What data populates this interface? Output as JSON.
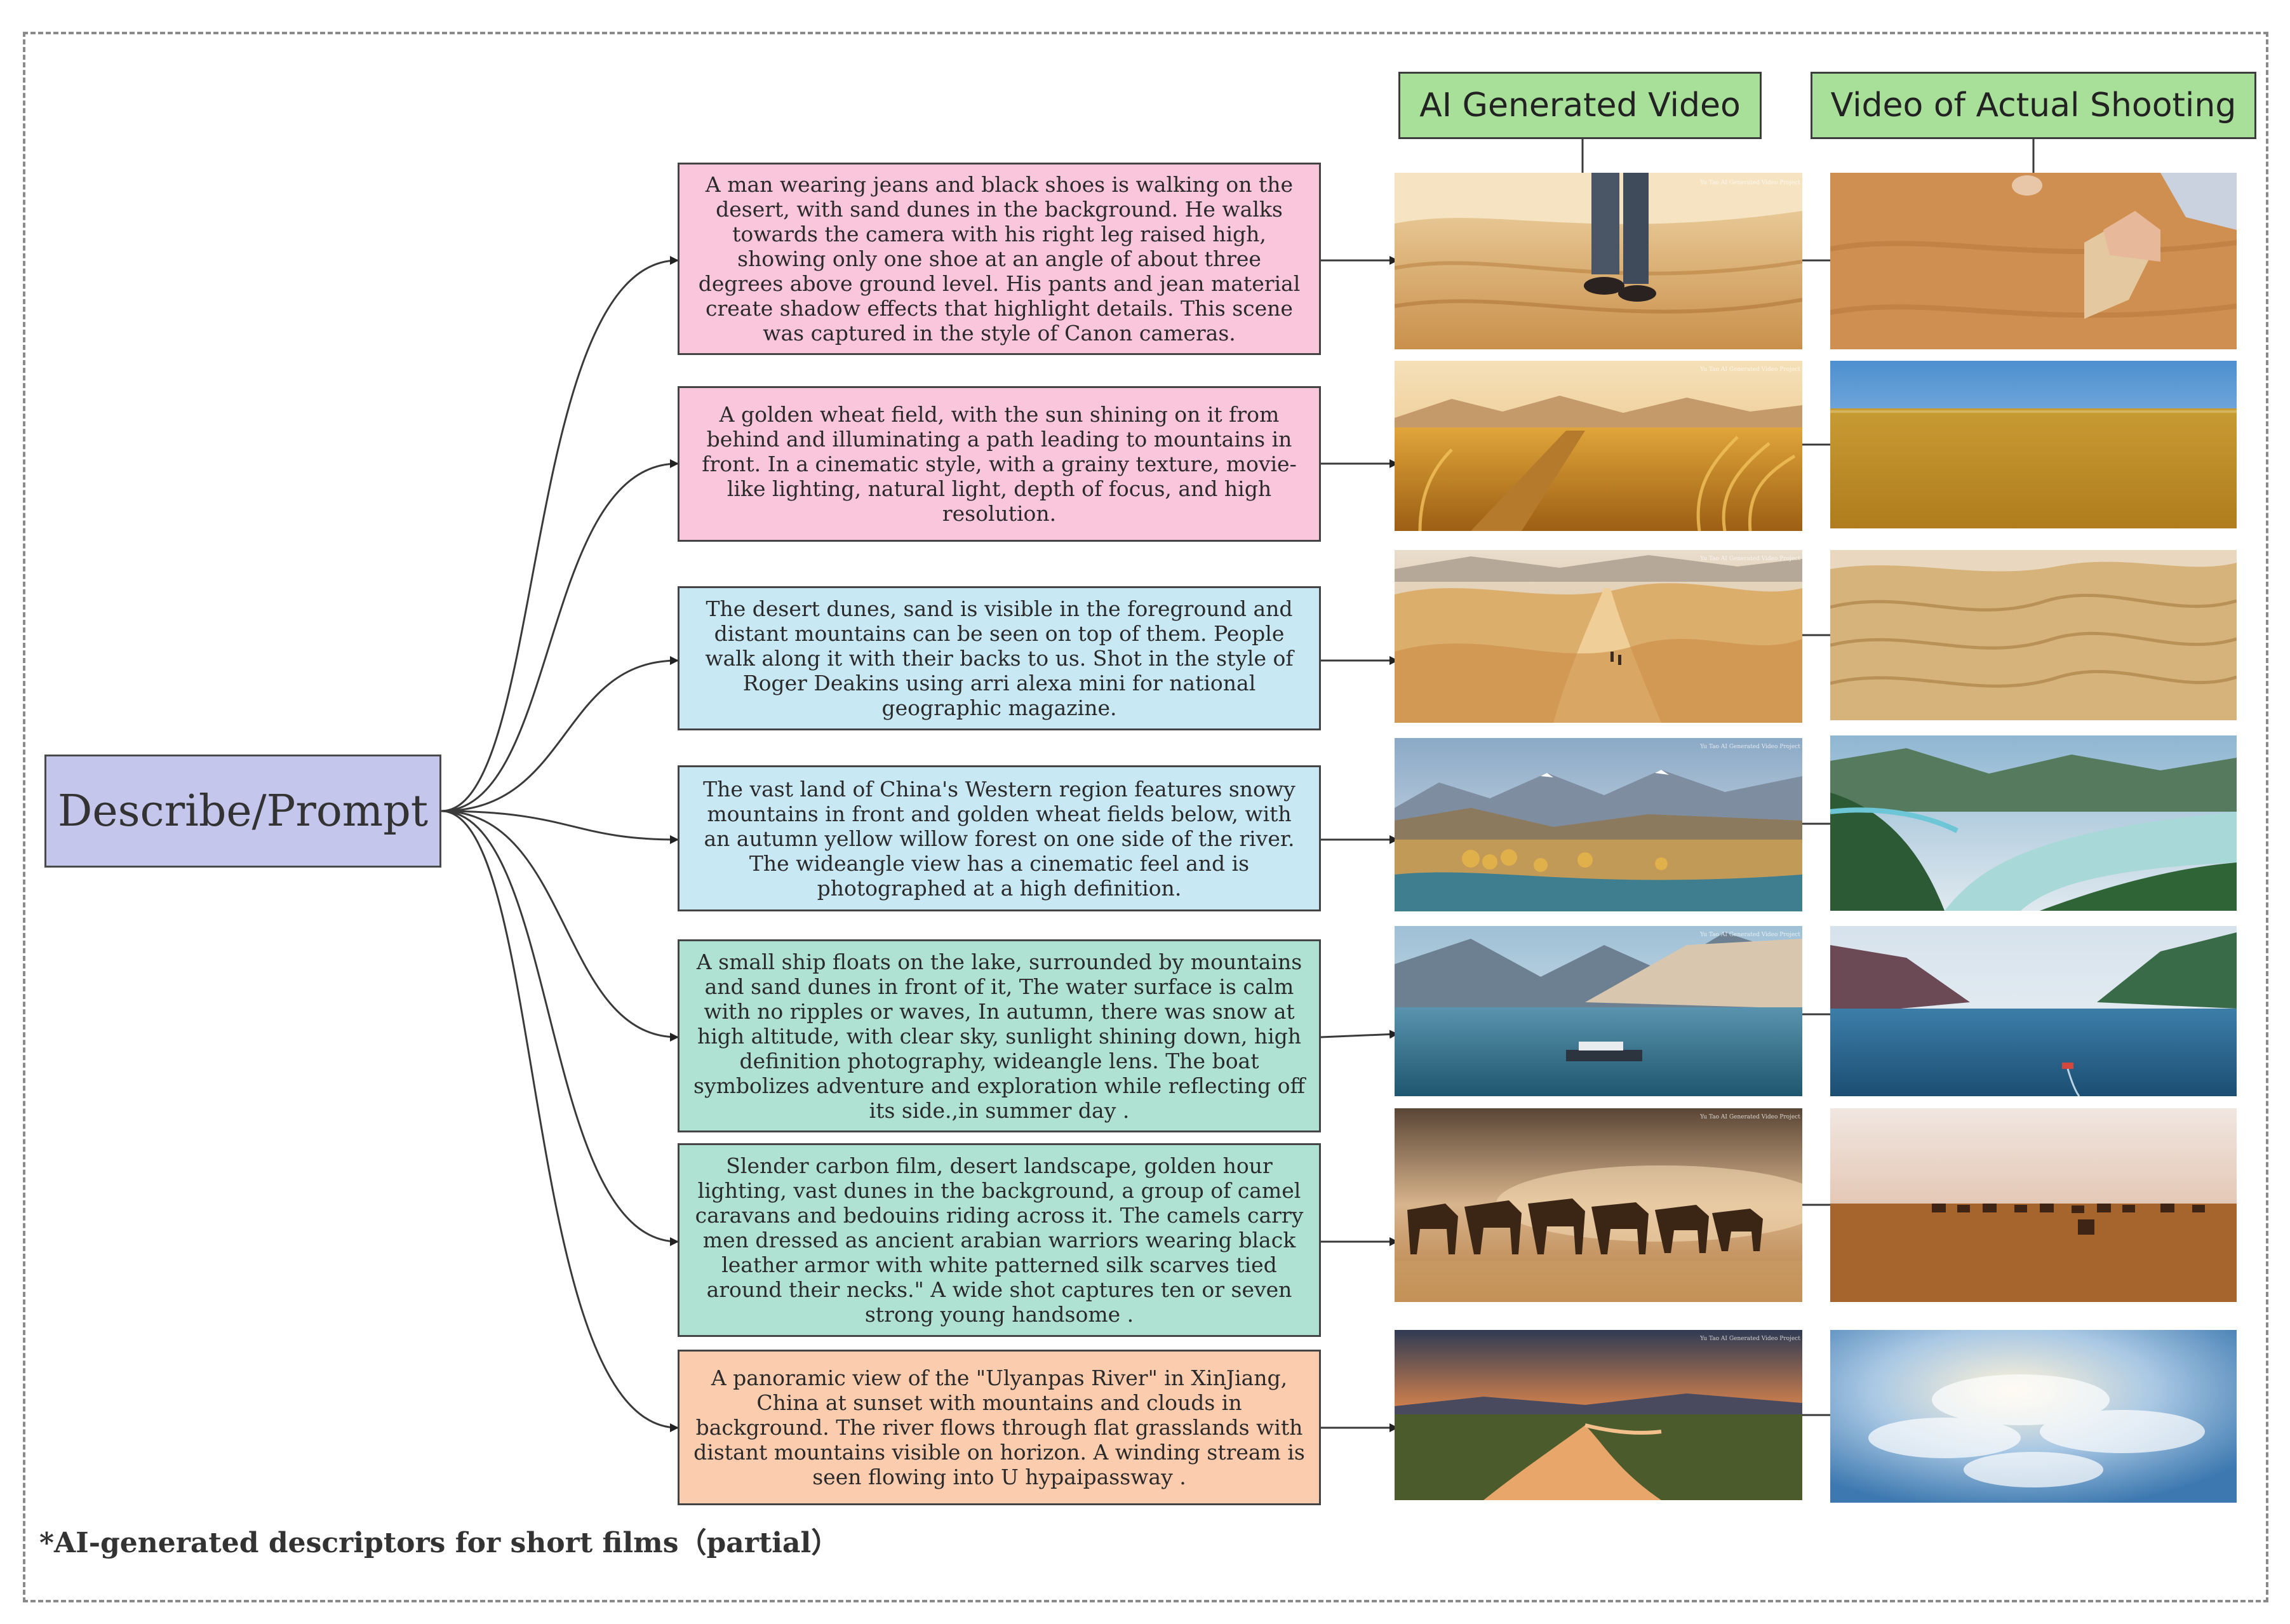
{
  "headers": {
    "ai": "AI Generated Video",
    "actual": "Video of Actual Shooting"
  },
  "root_label": "Describe/Prompt",
  "prompts": [
    {
      "color": "#fac6db",
      "text": "A man wearing jeans and black shoes is walking on the desert, with sand dunes in the background. He walks towards the camera with his right leg raised high, showing only one shoe at an angle of about three degrees above ground level. His pants and jean material create shadow effects that highlight details. This scene was captured in the style of Canon cameras."
    },
    {
      "color": "#fac6db",
      "text": "A golden wheat field, with the sun shining on it from behind and illuminating a path leading to mountains in front. In a cinematic style, with a grainy texture, movie-like lighting, natural light, depth of focus, and high resolution."
    },
    {
      "color": "#c8e8f4",
      "text": "The desert dunes, sand is visible in the foreground and distant mountains can be seen on top of them. People walk along it with their backs to us.  Shot in the style of Roger Deakins using arri alexa mini for national geographic magazine."
    },
    {
      "color": "#c8e8f4",
      "text": "The vast land of China's Western region features snowy mountains in front and golden wheat fields below, with an autumn yellow willow forest on one side of the river. The wideangle view has a cinematic feel and is photographed at a high definition."
    },
    {
      "color": "#afe2d2",
      "text": "A small ship floats on the lake, surrounded by mountains and sand dunes in front of it,   The water surface is calm with no ripples or waves,   In autumn, there was snow at high altitude, with clear sky, sunlight shining down, high definition photography, wideangle lens. The boat symbolizes adventure and exploration while reflecting off its side.,in summer day ."
    },
    {
      "color": "#afe2d2",
      "text": "Slender carbon film, desert landscape, golden hour lighting, vast dunes in the background, a group of camel caravans and bedouins riding across it. The camels carry men dressed as ancient arabian warriors wearing black leather armor with white patterned silk scarves tied around their necks.\" A wide shot captures ten or seven strong young handsome  ."
    },
    {
      "color": "#fcccaf",
      "text": "A panoramic view of the \"Ulyanpas River\" in XinJiang, China at sunset with mountains and clouds in background. The river flows through flat grasslands with distant mountains visible on horizon. A winding stream is seen flowing into U hypaipassway ."
    }
  ],
  "watermark": "Yu Tao AI Generated Video Project",
  "footnote": "*AI-generated descriptors for short films（partial）"
}
